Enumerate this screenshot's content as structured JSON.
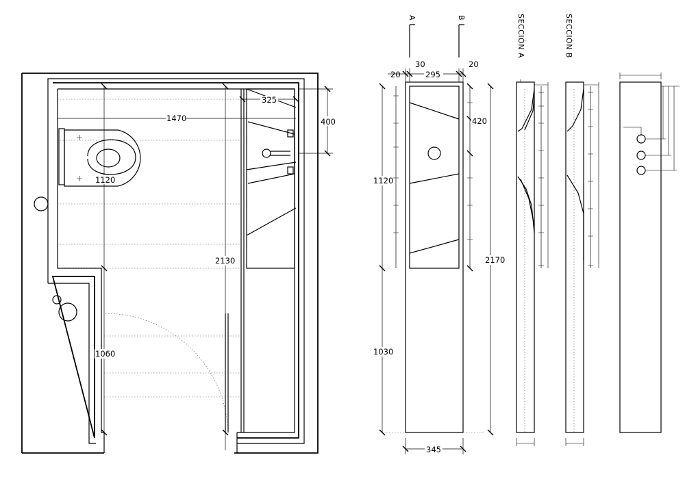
{
  "plan": {
    "dim_1470": "1470",
    "dim_325": "325",
    "dim_400": "400",
    "dim_1120": "1120",
    "dim_2130": "2130",
    "dim_1060": "1060"
  },
  "elevation": {
    "label_a": "A",
    "label_b": "B",
    "dim_20_left": "20",
    "dim_30": "30",
    "dim_295": "295",
    "dim_20_right": "20",
    "dim_420": "420",
    "dim_1120": "1120",
    "dim_2170": "2170",
    "dim_1030": "1030",
    "dim_345": "345"
  },
  "sections": {
    "section_a_title": "SECCIÓN A",
    "section_b_title": "SECCIÓN B"
  }
}
